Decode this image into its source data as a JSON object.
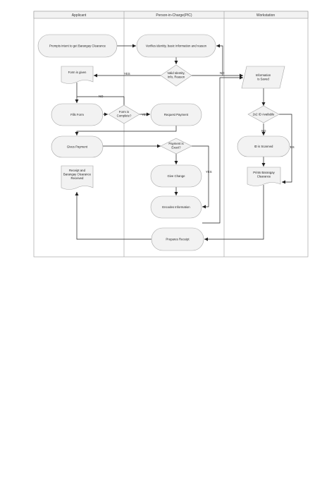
{
  "lanes": [
    {
      "key": "applicant",
      "title": "Applicant"
    },
    {
      "key": "pic",
      "title": "Person-in-Charge(PIC)"
    },
    {
      "key": "workstation",
      "title": "Workstation"
    }
  ],
  "nodes": {
    "prompts_intent": "Prompts intent to get Barangay Clearance",
    "verifies": "Verifies identity, basic information and reason",
    "valid_identity": [
      "Valid Identity,",
      "Info, Reason"
    ],
    "form_given": "Form is given",
    "information_saved": [
      "Information",
      "is Saved"
    ],
    "fills_form": "Fills Form",
    "form_complete": [
      "Form is",
      "Complete?"
    ],
    "request_payment": "Request Payment",
    "id_available": "2x2 ID Available",
    "gives_payment": "Gives Payment",
    "payment_exact": [
      "Payment is",
      "Exact?"
    ],
    "id_scanned": "ID is Scanned",
    "receipt_received": [
      "Receipt and",
      "Barangay Clearance",
      "Received"
    ],
    "give_change": "Give Change",
    "prints_clearance": [
      "Prints Barangay",
      "Clearance"
    ],
    "encodes_info": "Encodes Information",
    "prepares_receipt": "Prepares Receipt"
  },
  "edge_labels": {
    "valid_yes": "YES",
    "valid_no": "NO",
    "complete_no": "NO",
    "complete_yes": "YES",
    "id_no": "NO",
    "id_yes": "YES",
    "payment_yes": "YES"
  }
}
